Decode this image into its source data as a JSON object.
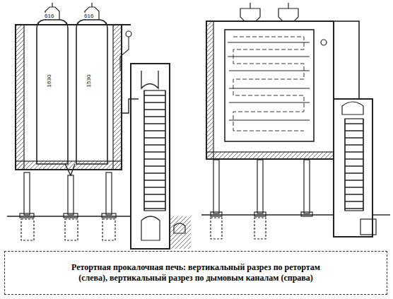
{
  "diagram": {
    "caption": "Ретортная прокалочная печь: вертикальный разрез по ретортам (слева), вертикальный разрез по дымовым каналам (справа)",
    "labels": [
      "616",
      "616",
      "1630",
      "1530"
    ]
  }
}
